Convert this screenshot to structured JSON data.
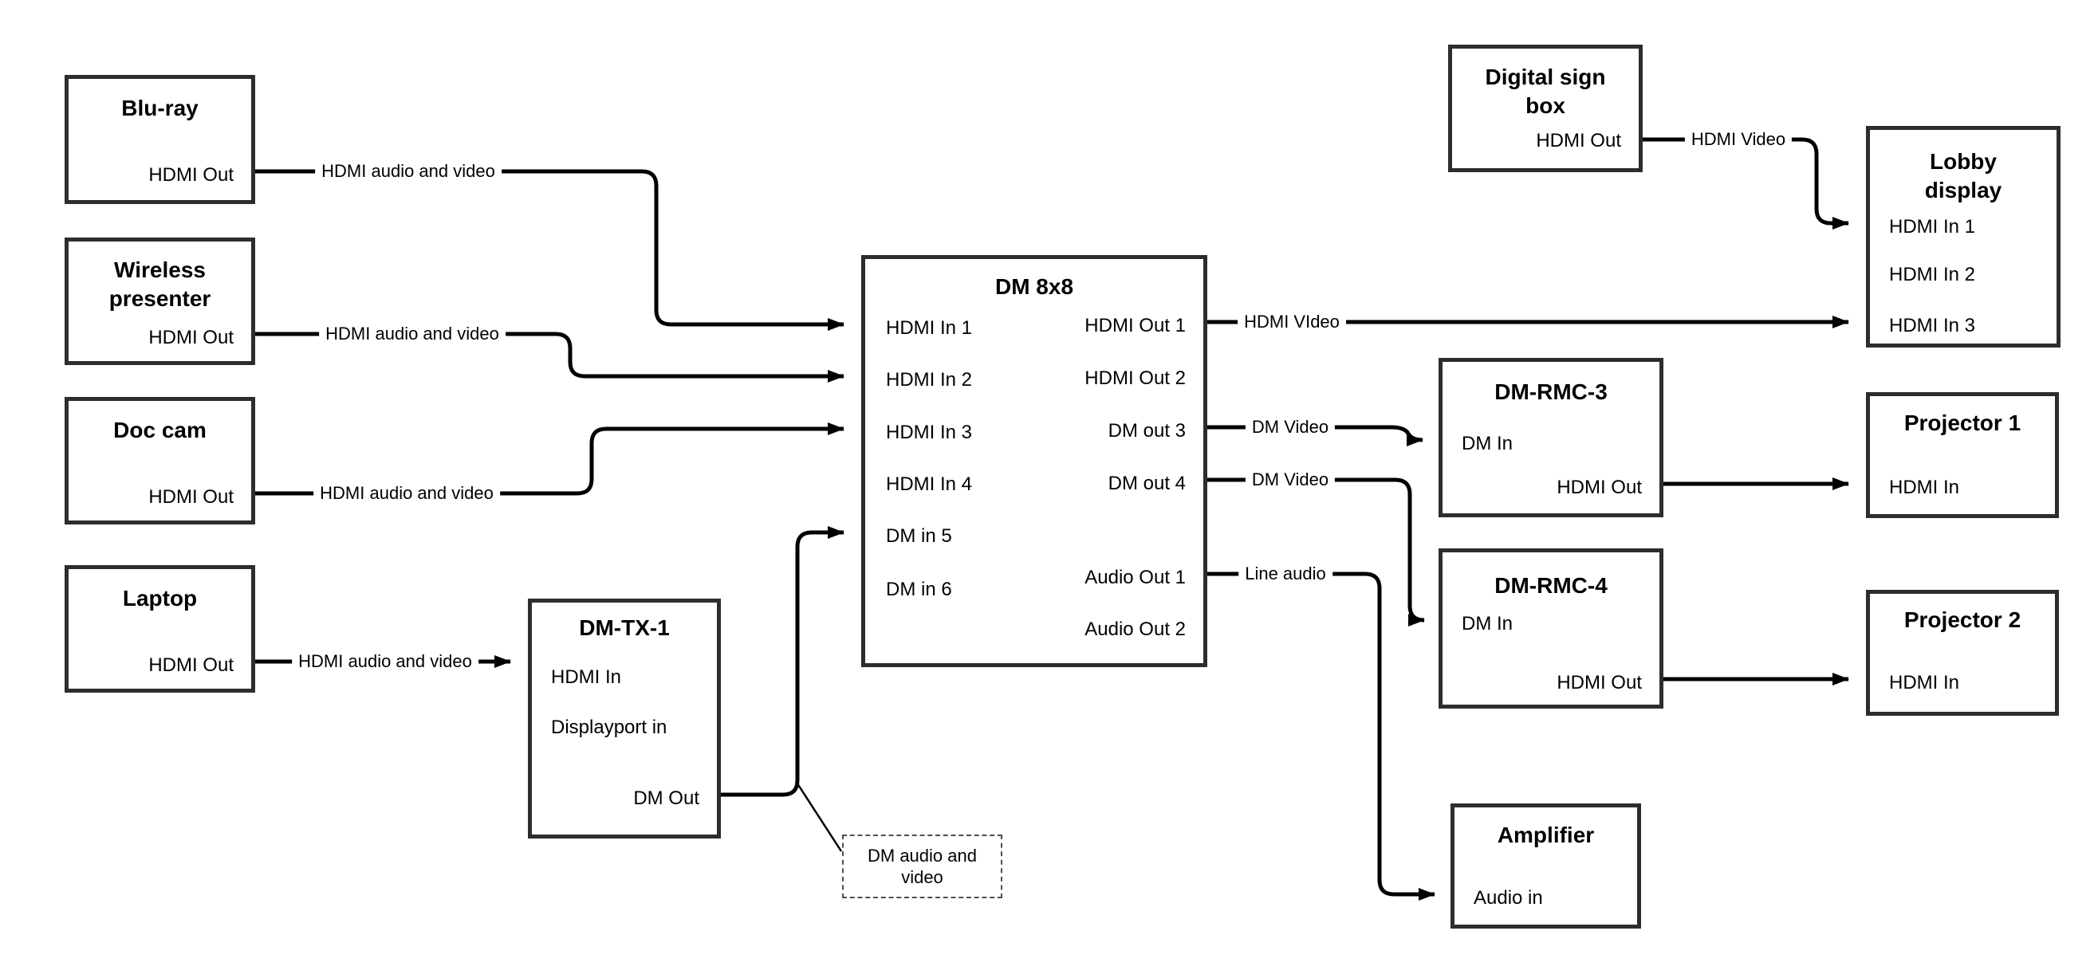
{
  "diagram": {
    "colors": {
      "line": "#000000",
      "box_border": "#2d2d2d",
      "text": "#000000",
      "note_border": "#4f4f4f",
      "background": "#ffffff"
    },
    "nodes": {
      "bluray": {
        "title": "Blu-ray",
        "ports": {
          "hdmi_out": "HDMI Out"
        }
      },
      "wireless": {
        "title_lines": [
          "Wireless",
          "presenter"
        ],
        "ports": {
          "hdmi_out": "HDMI Out"
        }
      },
      "doccam": {
        "title": "Doc cam",
        "ports": {
          "hdmi_out": "HDMI Out"
        }
      },
      "laptop": {
        "title": "Laptop",
        "ports": {
          "hdmi_out": "HDMI Out"
        }
      },
      "dmtx1": {
        "title": "DM-TX-1",
        "ports": {
          "hdmi_in": "HDMI In",
          "displayport_in": "Displayport in",
          "dm_out": "DM Out"
        }
      },
      "dm8x8": {
        "title": "DM 8x8",
        "ports": {
          "hdmi_in_1": "HDMI In 1",
          "hdmi_in_2": "HDMI In 2",
          "hdmi_in_3": "HDMI In 3",
          "hdmi_in_4": "HDMI In 4",
          "dm_in_5": "DM in 5",
          "dm_in_6": "DM in 6",
          "hdmi_out_1": "HDMI Out 1",
          "hdmi_out_2": "HDMI Out 2",
          "dm_out_3": "DM out 3",
          "dm_out_4": "DM out 4",
          "audio_out_1": "Audio Out 1",
          "audio_out_2": "Audio Out 2"
        }
      },
      "digitalsign": {
        "title_lines": [
          "Digital sign",
          "box"
        ],
        "ports": {
          "hdmi_out": "HDMI Out"
        }
      },
      "lobby": {
        "title_lines": [
          "Lobby",
          "display"
        ],
        "ports": {
          "hdmi_in_1": "HDMI In 1",
          "hdmi_in_2": "HDMI In 2",
          "hdmi_in_3": "HDMI In 3"
        }
      },
      "dmrmc3": {
        "title": "DM-RMC-3",
        "ports": {
          "dm_in": "DM In",
          "hdmi_out": "HDMI Out"
        }
      },
      "projector1": {
        "title": "Projector 1",
        "ports": {
          "hdmi_in": "HDMI In"
        }
      },
      "dmrmc4": {
        "title": "DM-RMC-4",
        "ports": {
          "dm_in": "DM In",
          "hdmi_out": "HDMI Out"
        }
      },
      "projector2": {
        "title": "Projector 2",
        "ports": {
          "hdmi_in": "HDMI In"
        }
      },
      "amplifier": {
        "title": "Amplifier",
        "ports": {
          "audio_in": "Audio in"
        }
      }
    },
    "links": {
      "bluray_dm8x8": {
        "label": "HDMI audio and video",
        "from": "Blu-ray HDMI Out",
        "to": "DM 8x8 HDMI In 1"
      },
      "wireless_dm8x8": {
        "label": "HDMI audio and video",
        "from": "Wireless presenter HDMI Out",
        "to": "DM 8x8 HDMI In 2"
      },
      "doccam_dm8x8": {
        "label": "HDMI audio and video",
        "from": "Doc cam HDMI Out",
        "to": "DM 8x8 HDMI In 3"
      },
      "laptop_dmtx1": {
        "label": "HDMI audio and video",
        "from": "Laptop HDMI Out",
        "to": "DM-TX-1 HDMI In"
      },
      "dmtx1_dm8x8": {
        "label": "",
        "from": "DM-TX-1 DM Out",
        "to": "DM 8x8 DM in 5"
      },
      "out1_lobby": {
        "label": "HDMI VIdeo",
        "from": "DM 8x8 HDMI Out 1",
        "to": "Lobby display HDMI In 3"
      },
      "out3_rmc3": {
        "label": "DM Video",
        "from": "DM 8x8 DM out 3",
        "to": "DM-RMC-3 DM In"
      },
      "out4_rmc4": {
        "label": "DM Video",
        "from": "DM 8x8 DM out 4",
        "to": "DM-RMC-4 DM In"
      },
      "audio1_amp": {
        "label": "Line audio",
        "from": "DM 8x8 Audio Out 1",
        "to": "Amplifier Audio in"
      },
      "sign_lobby": {
        "label": "HDMI Video",
        "from": "Digital sign box HDMI Out",
        "to": "Lobby display HDMI In 1"
      },
      "rmc3_proj1": {
        "label": "",
        "from": "DM-RMC-3 HDMI Out",
        "to": "Projector 1 HDMI In"
      },
      "rmc4_proj2": {
        "label": "",
        "from": "DM-RMC-4 HDMI Out",
        "to": "Projector 2 HDMI In"
      }
    },
    "note": {
      "text": "DM audio and video"
    }
  }
}
